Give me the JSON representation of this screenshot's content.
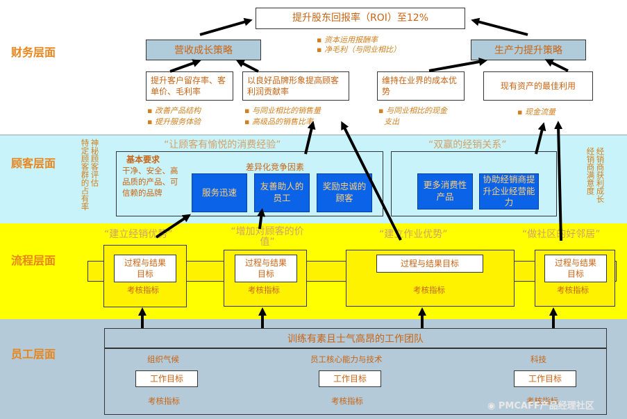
{
  "layers": {
    "financial": "财务层面",
    "customer": "顾客层面",
    "process": "流程层面",
    "employee": "员工层面"
  },
  "financial": {
    "goal": "提升股东回报率（ROI）至12%",
    "revenue_strategy": "营收成长策略",
    "productivity_strategy": "生产力提升策略",
    "center_notes": [
      "资本运用报酬率",
      "净毛利（与同业相比）"
    ],
    "boxes": [
      {
        "text": "提升客户留存率、客单价、毛利率"
      },
      {
        "text": "以良好品牌形象提高顾客利润贡献率"
      },
      {
        "text": "维持在业界的成本优势"
      },
      {
        "text": "现有资产的最佳利用"
      }
    ],
    "notes": [
      [
        "改善产品结构",
        "提升服务体验"
      ],
      [
        "与同业相比的销售量",
        "高级品的销售比率"
      ],
      [
        "与同业相比的现金",
        "支出"
      ],
      [
        "现金流量"
      ]
    ]
  },
  "customer": {
    "left_vertical_1": "神秘顾客评估",
    "left_vertical_2": "特定顾客群的占有率",
    "right_vertical_1": "经销商获利成长",
    "right_vertical_2": "经销商满意度",
    "left_quote": "“让顾客有愉悦的消费经验”",
    "right_quote": "“双赢的经销关系”",
    "basic_title": "基本要求",
    "basic_text": "干净、安全、高品质的产品、可信赖的品牌",
    "diff_title": "差异化竞争因素",
    "blue_left": [
      "服务迅速",
      "友善助人的员工",
      "奖励忠诚的顾客"
    ],
    "blue_right": [
      "更多消费性产品",
      "协助经销商提升企业经营能力"
    ]
  },
  "process": {
    "quotes": [
      "“建立经销优势”",
      "“增加对顾客的价值”",
      "“建立作业优势”",
      "“做社区的好邻居”"
    ],
    "inner": "过程与结果目标",
    "kpi": "考核指标"
  },
  "employee": {
    "team": "训练有素且士气高昂的工作团队",
    "categories": [
      "组织气候",
      "员工核心能力与技术",
      "科技"
    ],
    "work_goal": "工作目标",
    "kpi": "考核指标"
  },
  "watermark": "PMCAFF产品经理社区",
  "colors": {
    "customer_band": "#C9F3FB",
    "process_band": "#FFFF00",
    "process_inner": "#FFF200",
    "employee_band": "#B4CAD8",
    "accent": "#0B63E8",
    "text_orange": "#C86414"
  }
}
